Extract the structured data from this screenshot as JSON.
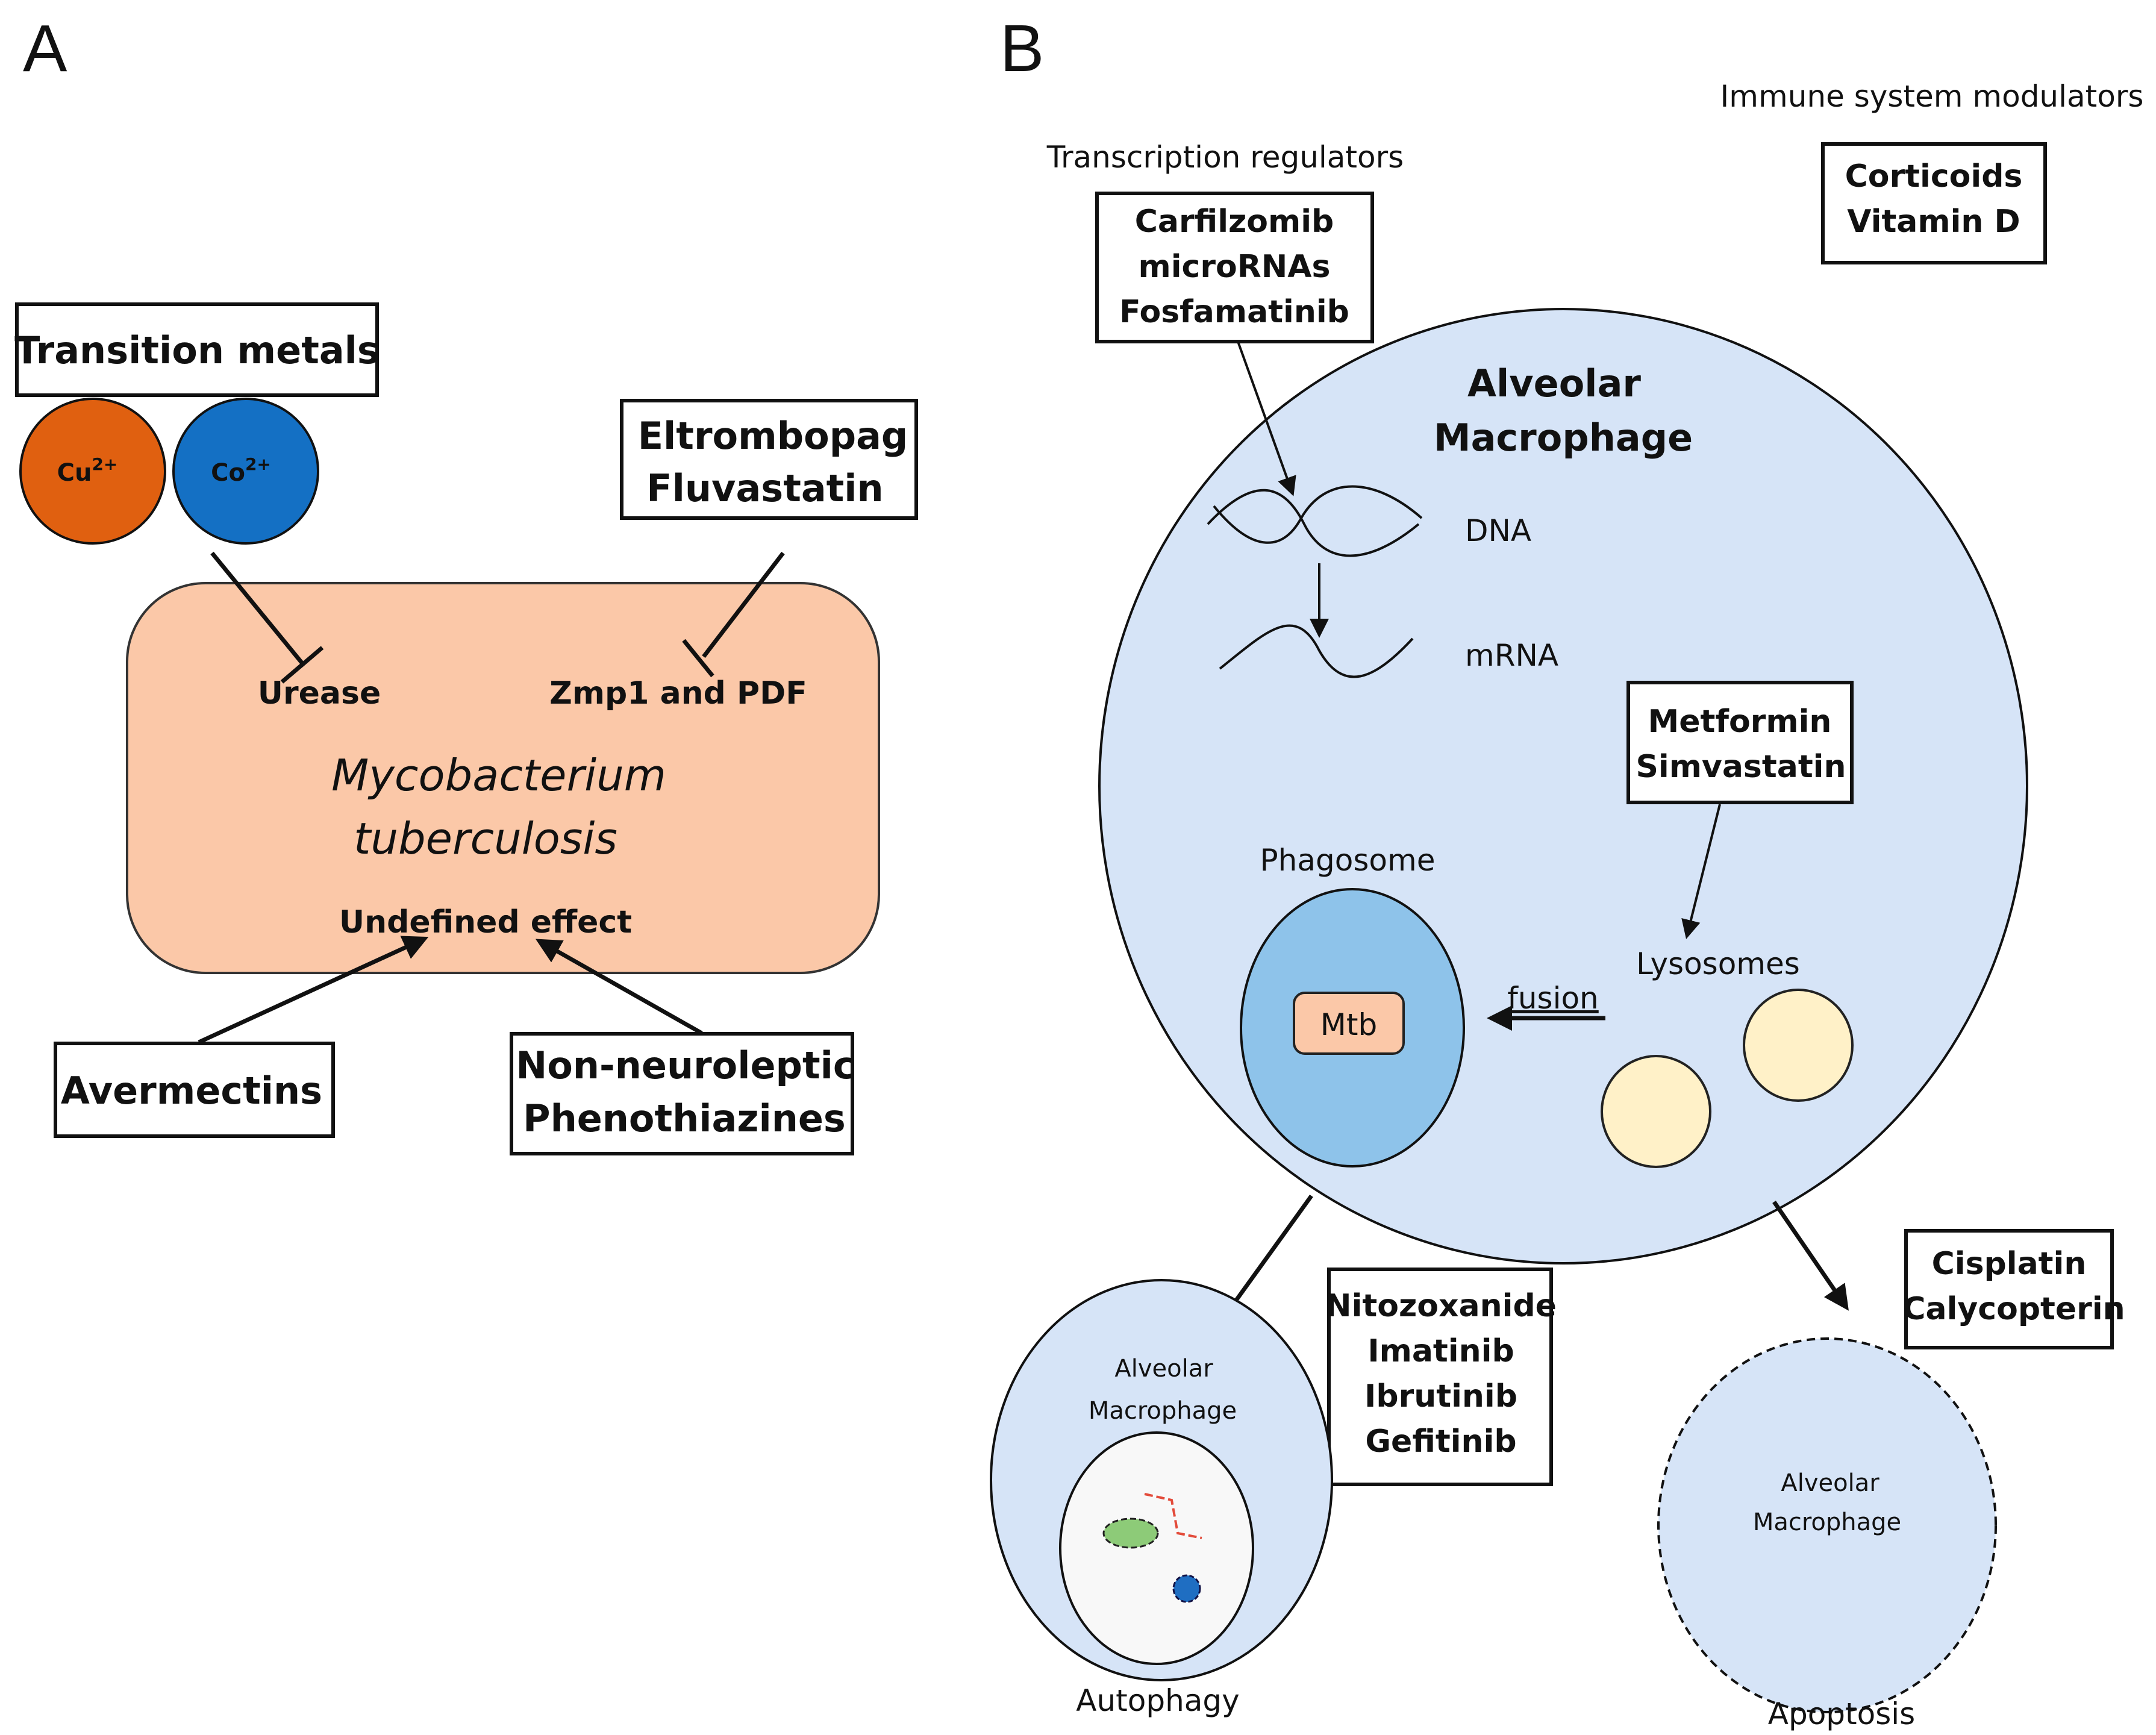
{
  "figure": {
    "panel_a": {
      "letter": "A",
      "transition_metals": {
        "title": "Transition metals",
        "ions": [
          {
            "label": "Cu",
            "charge": "2+",
            "color": "#E06010"
          },
          {
            "label": "Co",
            "charge": "2+",
            "color": "#1470C4"
          }
        ]
      },
      "eltrombopag_box": [
        "Eltrombopag",
        "Fluvastatin"
      ],
      "bacterium": {
        "fill": "#FBC8A8",
        "name_line1": "Mycobacterium",
        "name_line2": "tuberculosis",
        "target_urease": "Urease",
        "target_zmp1": "Zmp1 and PDF",
        "undefined_effect": "Undefined effect"
      },
      "avermectins_box": [
        "Avermectins"
      ],
      "phenothiazines_box": [
        "Non-neuroleptic",
        "Phenothiazines"
      ]
    },
    "panel_b": {
      "letter": "B",
      "transcription": {
        "heading": "Transcription regulators",
        "drugs": [
          "Carfilzomib",
          "microRNAs",
          "Fosfamatinib"
        ]
      },
      "immune": {
        "heading": "Immune system modulators",
        "drugs": [
          "Corticoids",
          "Vitamin D"
        ]
      },
      "macrophage": {
        "fill": "#D6E4F7",
        "title_line1": "Alveolar",
        "title_line2": "Macrophage",
        "dna_label": "DNA",
        "mrna_label": "mRNA",
        "lysosome_drugs": [
          "Metformin",
          "Simvastatin"
        ],
        "phagosome_label": "Phagosome",
        "phagosome_fill": "#8EC3EA",
        "mtb_label": "Mtb",
        "fusion_label": "fusion",
        "lysosomes_label": "Lysosomes",
        "lysosome_fill": "#FFF1C8"
      },
      "autophagy": {
        "drugs": [
          "Nitozoxanide",
          "Imatinib",
          "Ibrutinib",
          "Gefitinib"
        ],
        "cell_line1": "Alveolar",
        "cell_line2": "Macrophage",
        "caption": "Autophagy"
      },
      "apoptosis": {
        "drugs": [
          "Cisplatin",
          "Calycopterin"
        ],
        "cell_line1": "Alveolar",
        "cell_line2": "Macrophage",
        "caption": "Apoptosis"
      }
    }
  }
}
